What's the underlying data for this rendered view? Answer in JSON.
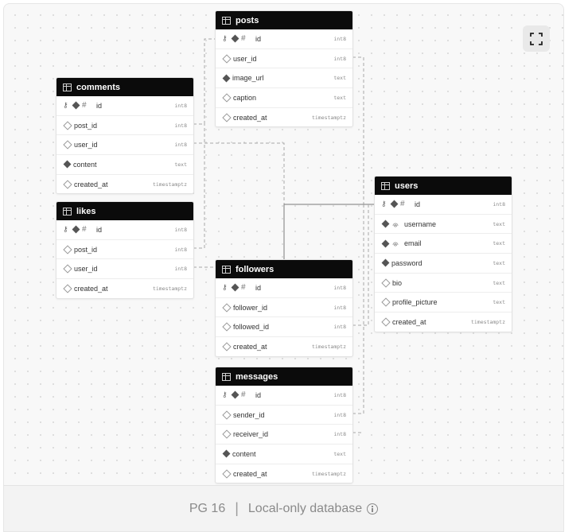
{
  "footer": {
    "version": "PG 16",
    "separator": "|",
    "label": "Local-only database"
  },
  "tables": {
    "posts": {
      "name": "posts",
      "columns": [
        {
          "name": "id",
          "type": "int8"
        },
        {
          "name": "user_id",
          "type": "int8"
        },
        {
          "name": "image_url",
          "type": "text"
        },
        {
          "name": "caption",
          "type": "text"
        },
        {
          "name": "created_at",
          "type": "timestamptz"
        }
      ]
    },
    "comments": {
      "name": "comments",
      "columns": [
        {
          "name": "id",
          "type": "int8"
        },
        {
          "name": "post_id",
          "type": "int8"
        },
        {
          "name": "user_id",
          "type": "int8"
        },
        {
          "name": "content",
          "type": "text"
        },
        {
          "name": "created_at",
          "type": "timestamptz"
        }
      ]
    },
    "likes": {
      "name": "likes",
      "columns": [
        {
          "name": "id",
          "type": "int8"
        },
        {
          "name": "post_id",
          "type": "int8"
        },
        {
          "name": "user_id",
          "type": "int8"
        },
        {
          "name": "created_at",
          "type": "timestamptz"
        }
      ]
    },
    "followers": {
      "name": "followers",
      "columns": [
        {
          "name": "id",
          "type": "int8"
        },
        {
          "name": "follower_id",
          "type": "int8"
        },
        {
          "name": "followed_id",
          "type": "int8"
        },
        {
          "name": "created_at",
          "type": "timestamptz"
        }
      ]
    },
    "messages": {
      "name": "messages",
      "columns": [
        {
          "name": "id",
          "type": "int8"
        },
        {
          "name": "sender_id",
          "type": "int8"
        },
        {
          "name": "receiver_id",
          "type": "int8"
        },
        {
          "name": "content",
          "type": "text"
        },
        {
          "name": "created_at",
          "type": "timestamptz"
        }
      ]
    },
    "users": {
      "name": "users",
      "columns": [
        {
          "name": "id",
          "type": "int8"
        },
        {
          "name": "username",
          "type": "text"
        },
        {
          "name": "email",
          "type": "text"
        },
        {
          "name": "password",
          "type": "text"
        },
        {
          "name": "bio",
          "type": "text"
        },
        {
          "name": "profile_picture",
          "type": "text"
        },
        {
          "name": "created_at",
          "type": "timestamptz"
        }
      ]
    }
  },
  "icons": {
    "fullscreen": "expand-icon",
    "table": "table-icon",
    "primary_key": "key-icon",
    "identity": "hash-icon",
    "unique": "fingerprint-icon",
    "info": "info-icon"
  }
}
